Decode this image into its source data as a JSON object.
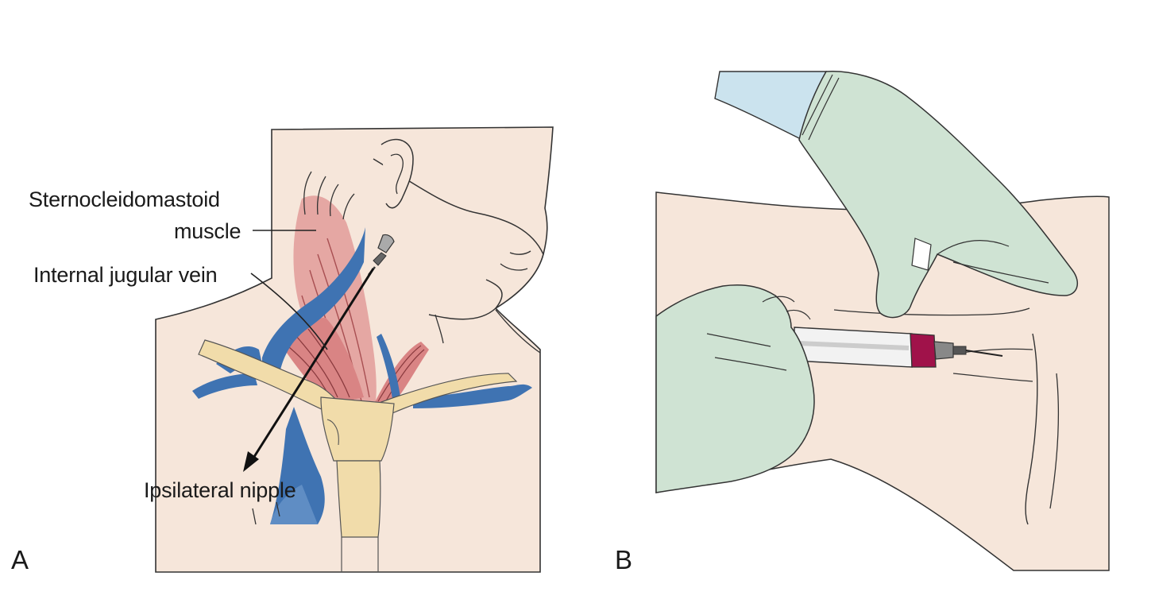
{
  "panel_a": {
    "letter": "A",
    "labels": {
      "sternocleidomastoid_line1": "Sternocleidomastoid",
      "sternocleidomastoid_line2": "muscle",
      "internal_jugular_vein": "Internal jugular vein",
      "ipsilateral_nipple": "Ipsilateral nipple"
    }
  },
  "panel_b": {
    "letter": "B"
  },
  "colors": {
    "skin": "#f6e6da",
    "vein": "#3f73b2",
    "muscle": "#d98484",
    "bone": "#f1dcaa",
    "glove": "#cfe3d3",
    "sleeve": "#cbe3ee",
    "syringe_cap": "#a0124a"
  }
}
